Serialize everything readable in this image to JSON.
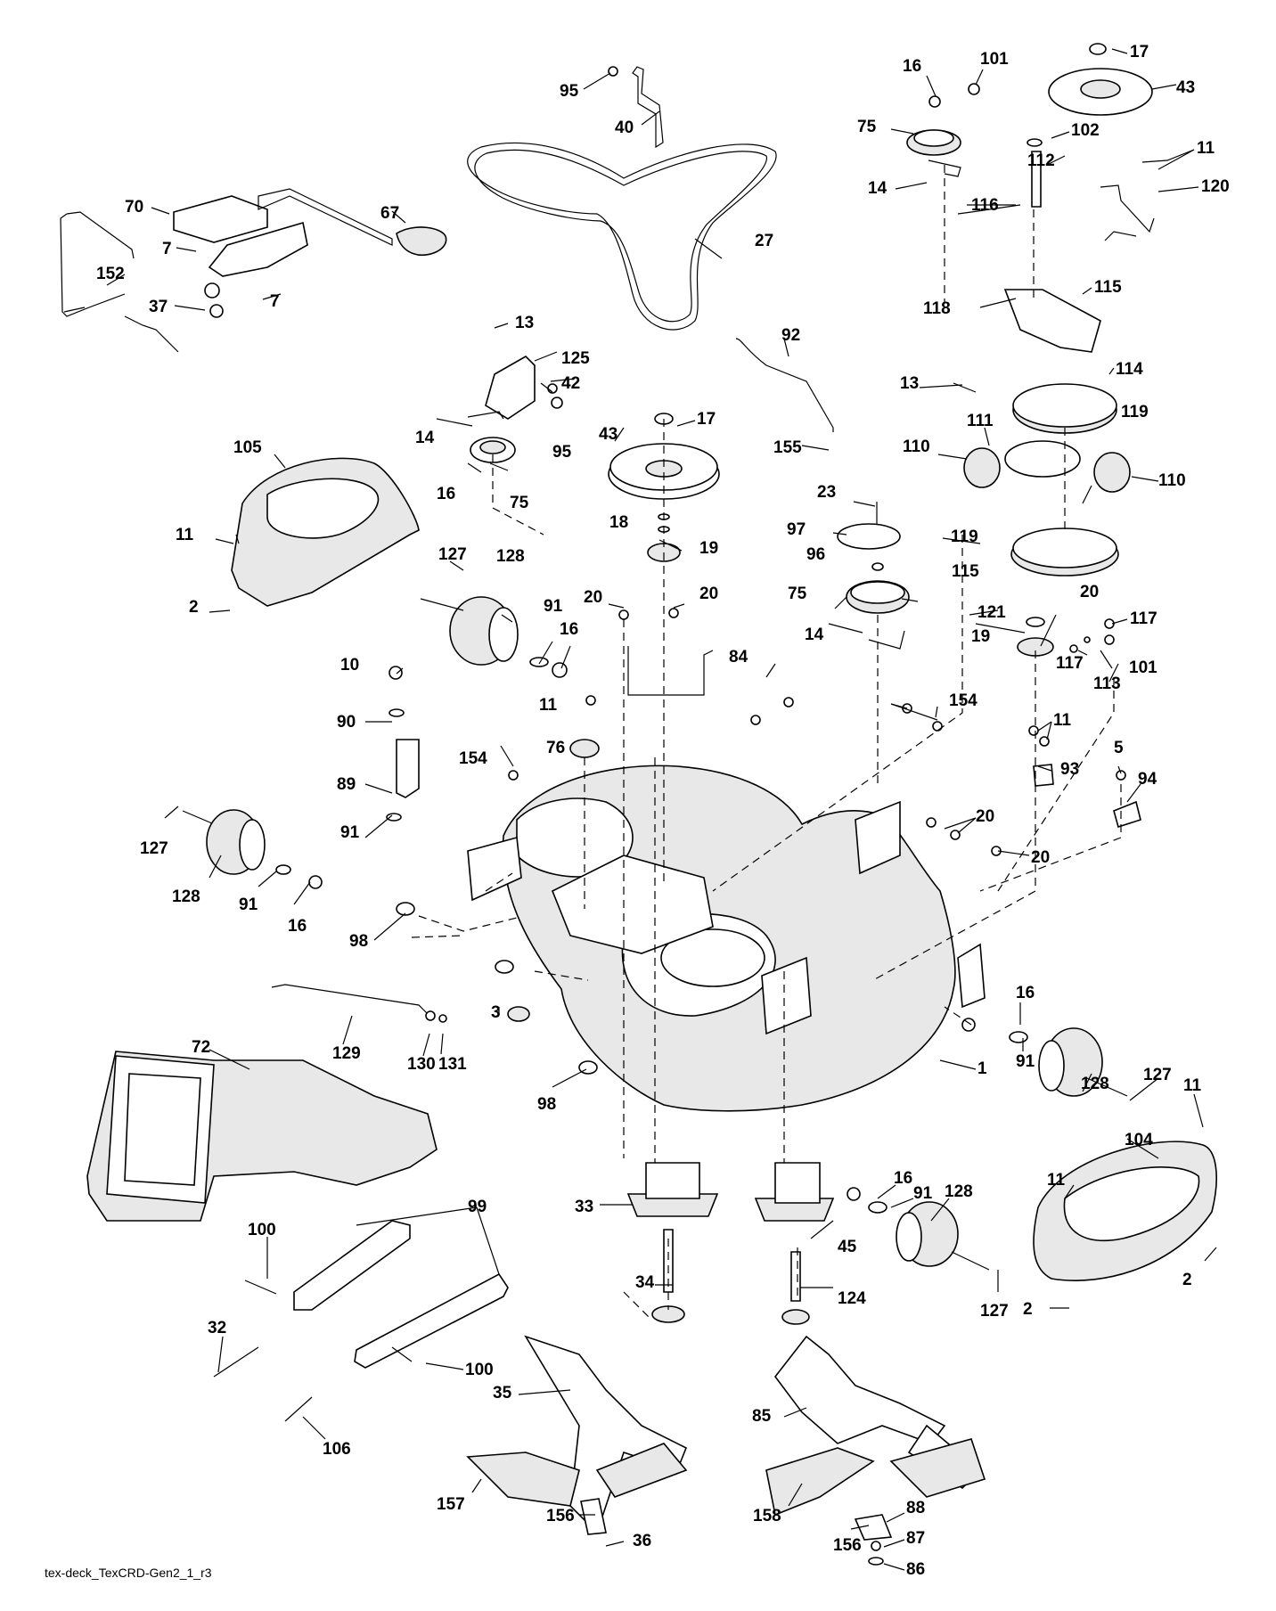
{
  "diagram": {
    "footer": "tex-deck_TexCRD-Gen2_1_r3",
    "labels": [
      {
        "text": "95"
      },
      {
        "text": "40"
      },
      {
        "text": "17"
      },
      {
        "text": "43"
      },
      {
        "text": "16"
      },
      {
        "text": "101"
      },
      {
        "text": "75"
      },
      {
        "text": "102"
      },
      {
        "text": "11"
      },
      {
        "text": "112"
      },
      {
        "text": "120"
      },
      {
        "text": "14"
      },
      {
        "text": "116"
      },
      {
        "text": "70"
      },
      {
        "text": "67"
      },
      {
        "text": "27"
      },
      {
        "text": "7"
      },
      {
        "text": "7"
      },
      {
        "text": "152"
      },
      {
        "text": "37"
      },
      {
        "text": "115"
      },
      {
        "text": "118"
      },
      {
        "text": "13"
      },
      {
        "text": "125"
      },
      {
        "text": "92"
      },
      {
        "text": "42"
      },
      {
        "text": "13"
      },
      {
        "text": "114"
      },
      {
        "text": "14"
      },
      {
        "text": "95"
      },
      {
        "text": "119"
      },
      {
        "text": "43"
      },
      {
        "text": "17"
      },
      {
        "text": "111"
      },
      {
        "text": "110"
      },
      {
        "text": "155"
      },
      {
        "text": "110"
      },
      {
        "text": "105"
      },
      {
        "text": "16"
      },
      {
        "text": "75"
      },
      {
        "text": "23"
      },
      {
        "text": "18"
      },
      {
        "text": "11"
      },
      {
        "text": "97"
      },
      {
        "text": "19"
      },
      {
        "text": "119"
      },
      {
        "text": "127"
      },
      {
        "text": "128"
      },
      {
        "text": "96"
      },
      {
        "text": "115"
      },
      {
        "text": "2"
      },
      {
        "text": "20"
      },
      {
        "text": "20"
      },
      {
        "text": "75"
      },
      {
        "text": "91"
      },
      {
        "text": "121"
      },
      {
        "text": "117"
      },
      {
        "text": "16"
      },
      {
        "text": "14"
      },
      {
        "text": "84"
      },
      {
        "text": "19"
      },
      {
        "text": "10"
      },
      {
        "text": "20"
      },
      {
        "text": "117"
      },
      {
        "text": "113"
      },
      {
        "text": "101"
      },
      {
        "text": "11"
      },
      {
        "text": "90"
      },
      {
        "text": "154"
      },
      {
        "text": "11"
      },
      {
        "text": "76"
      },
      {
        "text": "154"
      },
      {
        "text": "5"
      },
      {
        "text": "89"
      },
      {
        "text": "93"
      },
      {
        "text": "94"
      },
      {
        "text": "91"
      },
      {
        "text": "20"
      },
      {
        "text": "127"
      },
      {
        "text": "20"
      },
      {
        "text": "128"
      },
      {
        "text": "91"
      },
      {
        "text": "16"
      },
      {
        "text": "98"
      },
      {
        "text": "3"
      },
      {
        "text": "16"
      },
      {
        "text": "91"
      },
      {
        "text": "128"
      },
      {
        "text": "129"
      },
      {
        "text": "72"
      },
      {
        "text": "130"
      },
      {
        "text": "131"
      },
      {
        "text": "127"
      },
      {
        "text": "11"
      },
      {
        "text": "1"
      },
      {
        "text": "98"
      },
      {
        "text": "104"
      },
      {
        "text": "16"
      },
      {
        "text": "11"
      },
      {
        "text": "91"
      },
      {
        "text": "128"
      },
      {
        "text": "33"
      },
      {
        "text": "45"
      },
      {
        "text": "99"
      },
      {
        "text": "100"
      },
      {
        "text": "2"
      },
      {
        "text": "127"
      },
      {
        "text": "2"
      },
      {
        "text": "34"
      },
      {
        "text": "124"
      },
      {
        "text": "32"
      },
      {
        "text": "100"
      },
      {
        "text": "35"
      },
      {
        "text": "85"
      },
      {
        "text": "106"
      },
      {
        "text": "157"
      },
      {
        "text": "156"
      },
      {
        "text": "158"
      },
      {
        "text": "88"
      },
      {
        "text": "36"
      },
      {
        "text": "156"
      },
      {
        "text": "87"
      },
      {
        "text": "86"
      }
    ]
  }
}
